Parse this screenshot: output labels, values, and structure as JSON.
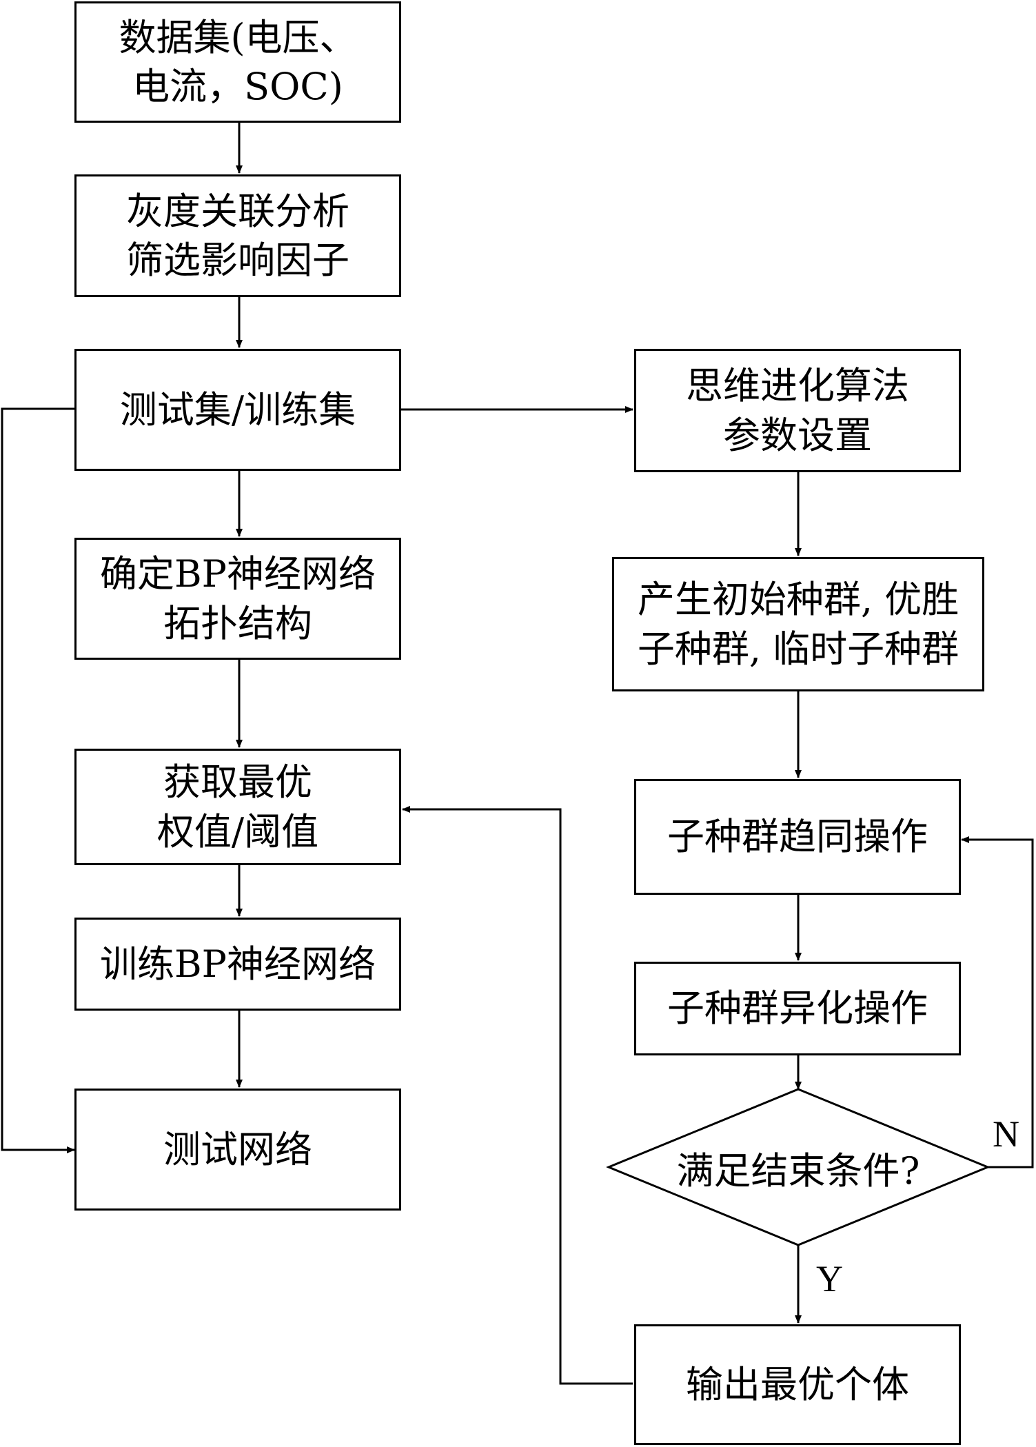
{
  "nodes": {
    "dataset": {
      "lines": [
        "数据集(电压、",
        "电流，SOC)"
      ]
    },
    "grey_relation": {
      "lines": [
        "灰度关联分析",
        "筛选影响因子"
      ]
    },
    "test_train": {
      "lines": [
        "测试集/训练集"
      ]
    },
    "bp_topology": {
      "lines": [
        "确定BP神经网络",
        "拓扑结构"
      ]
    },
    "best_weights": {
      "lines": [
        "获取最优",
        "权值/阈值"
      ]
    },
    "train_bp": {
      "lines": [
        "训练BP神经网络"
      ]
    },
    "test_net": {
      "lines": [
        "测试网络"
      ]
    },
    "mea_params": {
      "lines": [
        "思维进化算法",
        "参数设置"
      ]
    },
    "init_population": {
      "lines": [
        "产生初始种群, 优胜",
        "子种群, 临时子种群"
      ]
    },
    "convergence": {
      "lines": [
        "子种群趋同操作"
      ]
    },
    "dissimilation": {
      "lines": [
        "子种群异化操作"
      ]
    },
    "end_condition": {
      "text": "满足结束条件?"
    },
    "output_best": {
      "lines": [
        "输出最优个体"
      ]
    }
  },
  "edge_labels": {
    "no": "N",
    "yes": "Y"
  }
}
